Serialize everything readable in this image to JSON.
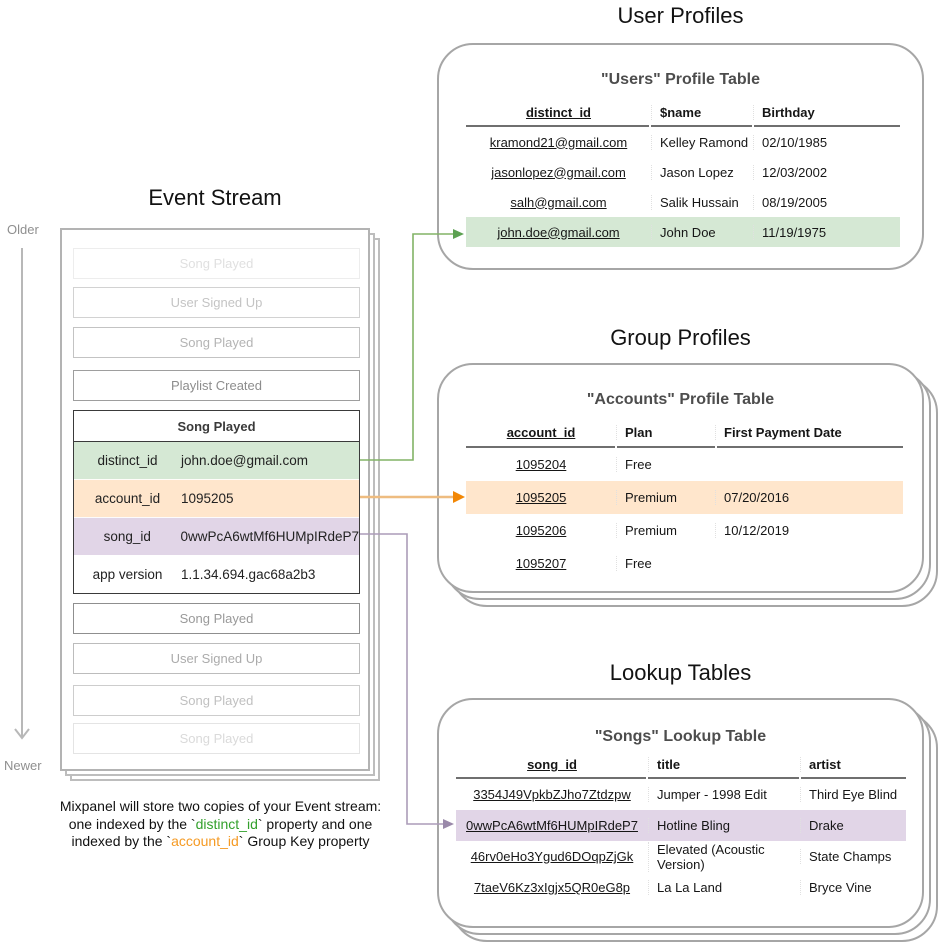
{
  "event_stream": {
    "title": "Event Stream",
    "older_label": "Older",
    "newer_label": "Newer",
    "events_before": [
      "Song Played",
      "User Signed Up",
      "Song Played",
      "Playlist Created"
    ],
    "selected_event": {
      "title": "Song Played",
      "properties": [
        {
          "key": "distinct_id",
          "value": "john.doe@gmail.com"
        },
        {
          "key": "account_id",
          "value": "1095205"
        },
        {
          "key": "song_id",
          "value": "0wwPcA6wtMf6HUMpIRdeP7"
        },
        {
          "key": "app version",
          "value": "1.1.34.694.gac68a2b3"
        }
      ]
    },
    "events_after": [
      "Song Played",
      "User Signed Up",
      "Song Played",
      "Song Played"
    ]
  },
  "user_profiles": {
    "section_title": "User Profiles",
    "table_title": "\"Users\" Profile Table",
    "columns": [
      "distinct_id",
      "$name",
      "Birthday"
    ],
    "rows": [
      [
        "kramond21@gmail.com",
        "Kelley Ramond",
        "02/10/1985"
      ],
      [
        "jasonlopez@gmail.com",
        "Jason Lopez",
        "12/03/2002"
      ],
      [
        "salh@gmail.com",
        "Salik Hussain",
        "08/19/2005"
      ],
      [
        "john.doe@gmail.com",
        "John Doe",
        "11/19/1975"
      ]
    ],
    "highlighted_row_index": 3
  },
  "group_profiles": {
    "section_title": "Group Profiles",
    "table_title": "\"Accounts\" Profile Table",
    "columns": [
      "account_id",
      "Plan",
      "First Payment Date"
    ],
    "rows": [
      [
        "1095204",
        "Free",
        ""
      ],
      [
        "1095205",
        "Premium",
        "07/20/2016"
      ],
      [
        "1095206",
        "Premium",
        "10/12/2019"
      ],
      [
        "1095207",
        "Free",
        ""
      ]
    ],
    "highlighted_row_index": 1
  },
  "lookup_tables": {
    "section_title": "Lookup Tables",
    "table_title": "\"Songs\" Lookup Table",
    "columns": [
      "song_id",
      "title",
      "artist"
    ],
    "rows": [
      [
        "3354J49VpkbZJho7Ztdzpw",
        "Jumper - 1998 Edit",
        "Third Eye Blind"
      ],
      [
        "0wwPcA6wtMf6HUMpIRdeP7",
        "Hotline Bling",
        "Drake"
      ],
      [
        "46rv0eHo3Ygud6DOqpZjGk",
        "Elevated (Acoustic Version)",
        "State Champs"
      ],
      [
        "7taeV6Kz3xIgjx5QR0eG8p",
        "La La Land",
        "Bryce Vine"
      ]
    ],
    "highlighted_row_index": 1
  },
  "caption": {
    "line1": "Mixpanel will store two copies of your Event stream:",
    "line2_pre": "one indexed by the `",
    "line2_green": "distinct_id",
    "line2_post": "` property and one",
    "line3_pre": "indexed by the `",
    "line3_orange": "account_id",
    "line3_post": "` Group Key property"
  },
  "colors": {
    "green_fill": "#d5e8d4",
    "orange_fill": "#ffe6cc",
    "purple_fill": "#e1d5e7",
    "green_line": "#82b366",
    "green_head": "#5ca152",
    "orange_line": "#eebc80",
    "orange_head": "#f28705",
    "purple_line": "#ab9cb8",
    "purple_head": "#9a89aa",
    "timeline_gray": "#b8b8b8",
    "caption_green": "#33a02c",
    "caption_orange": "#f59a23"
  }
}
